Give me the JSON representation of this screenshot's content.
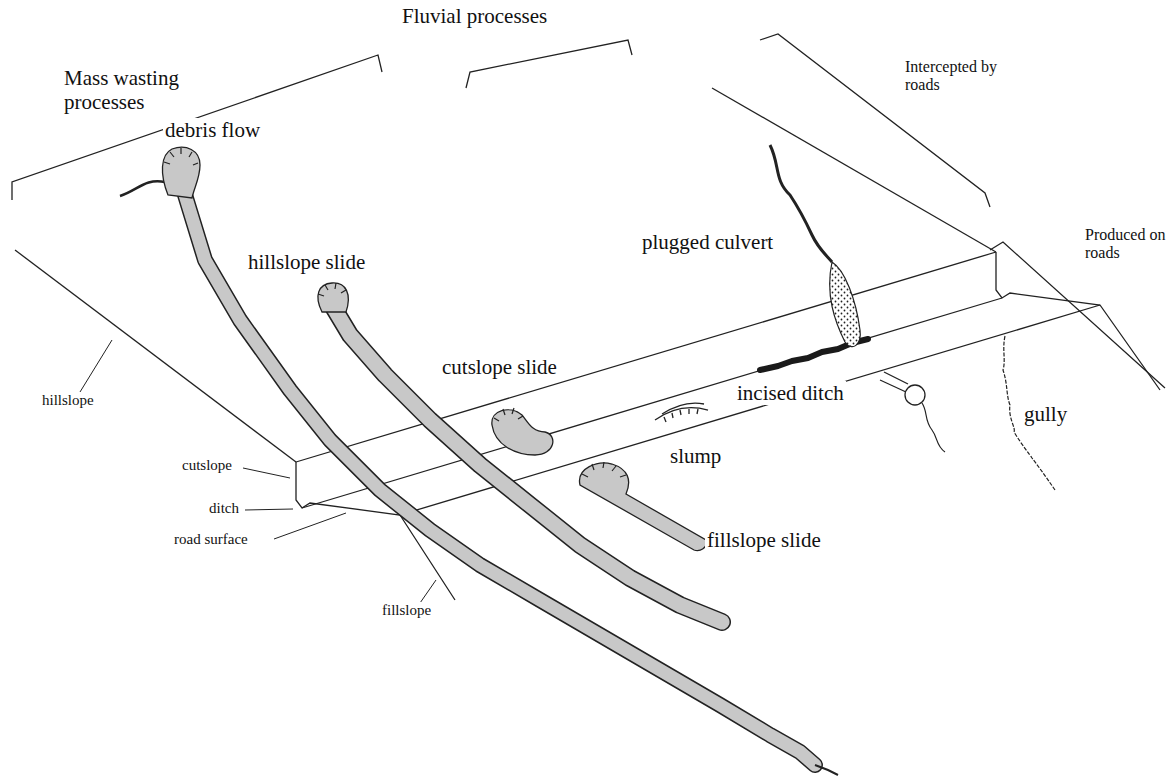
{
  "diagram": {
    "labels": [
      "Mass wasting processes",
      "Fluvial processes",
      "Intercepted by roads",
      "Produced on roads",
      "debris flow",
      "hillslope slide",
      "plugged culvert",
      "cutslope slide",
      "incised ditch",
      "slump",
      "fillslope slide",
      "gully",
      "hillslope",
      "cutslope",
      "ditch",
      "road surface",
      "fillslope"
    ]
  }
}
